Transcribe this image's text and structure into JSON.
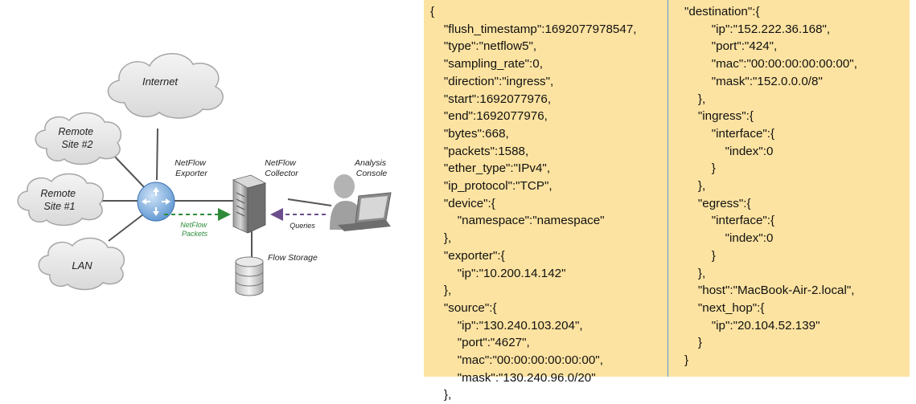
{
  "diagram": {
    "internet_label": "Internet",
    "remote_site_2_label": [
      "Remote",
      "Site #2"
    ],
    "remote_site_1_label": [
      "Remote",
      "Site #1"
    ],
    "lan_label": "LAN",
    "exporter_label": [
      "NetFlow",
      "Exporter"
    ],
    "collector_label": [
      "NetFlow",
      "Collector"
    ],
    "console_label": [
      "Analysis",
      "Console"
    ],
    "packets_label": [
      "NetFlow",
      "Packets"
    ],
    "queries_label": "Queries",
    "storage_label": "Flow Storage",
    "colors": {
      "cloud_fill": "#e6e6e6",
      "router_blue": "#7fb2e6",
      "packets_arrow": "#2e8b3a",
      "queries_arrow": "#6b4c8c",
      "json_background": "#fde3a1",
      "json_divider": "#5b9bd5"
    }
  },
  "json_left_lines": [
    "{",
    "    \"flush_timestamp\":1692077978547,",
    "    \"type\":\"netflow5\",",
    "    \"sampling_rate\":0,",
    "    \"direction\":\"ingress\",",
    "    \"start\":1692077976,",
    "    \"end\":1692077976,",
    "    \"bytes\":668,",
    "    \"packets\":1588,",
    "    \"ether_type\":\"IPv4\",",
    "    \"ip_protocol\":\"TCP\",",
    "    \"device\":{",
    "        \"namespace\":\"namespace\"",
    "    },",
    "    \"exporter\":{",
    "        \"ip\":\"10.200.14.142\"",
    "    },",
    "    \"source\":{",
    "        \"ip\":\"130.240.103.204\",",
    "        \"port\":\"4627\",",
    "        \"mac\":\"00:00:00:00:00:00\",",
    "        \"mask\":\"130.240.96.0/20\"",
    "    },"
  ],
  "json_right_lines": [
    "\"destination\":{",
    "        \"ip\":\"152.222.36.168\",",
    "        \"port\":\"424\",",
    "        \"mac\":\"00:00:00:00:00:00\",",
    "        \"mask\":\"152.0.0.0/8\"",
    "    },",
    "    \"ingress\":{",
    "        \"interface\":{",
    "            \"index\":0",
    "        }",
    "    },",
    "    \"egress\":{",
    "        \"interface\":{",
    "            \"index\":0",
    "        }",
    "    },",
    "    \"host\":\"MacBook-Air-2.local\",",
    "    \"next_hop\":{",
    "        \"ip\":\"20.104.52.139\"",
    "    }",
    "}"
  ]
}
